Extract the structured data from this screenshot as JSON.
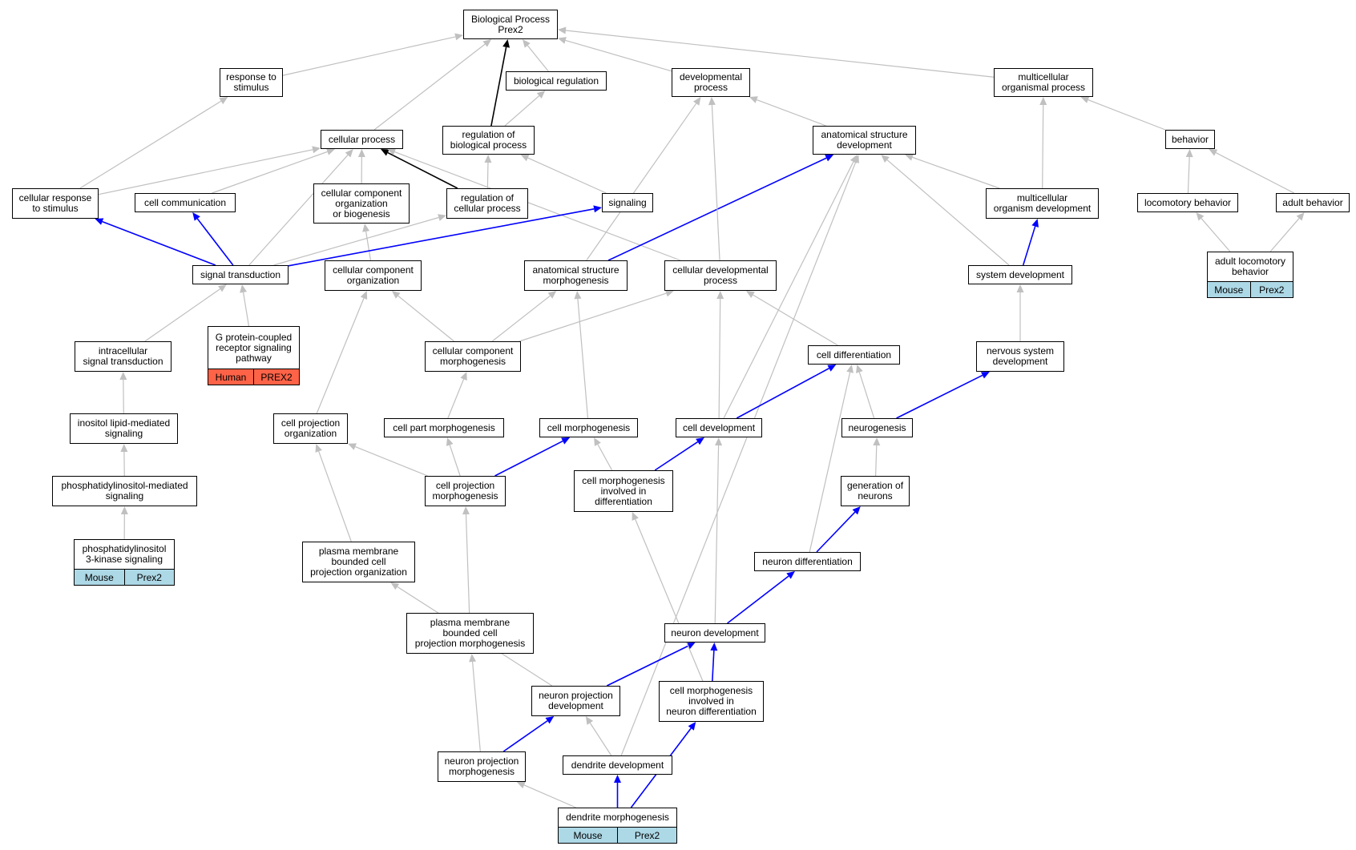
{
  "colors": {
    "edge_default": "#c0c0c0",
    "edge_highlight": "#0000ff",
    "edge_strong": "#000000",
    "mouse_cell": "#add8e6",
    "human_cell": "#ff6347"
  },
  "nodes": {
    "bp": {
      "label": "Biological Process\nPrex2"
    },
    "resp": {
      "label": "response to\nstimulus"
    },
    "bioreg": {
      "label": "biological regulation"
    },
    "devproc": {
      "label": "developmental\nprocess"
    },
    "multiproc": {
      "label": "multicellular\norganismal process"
    },
    "cellproc": {
      "label": "cellular process"
    },
    "regbio": {
      "label": "regulation of\nbiological process"
    },
    "anatdev": {
      "label": "anatomical structure\ndevelopment"
    },
    "behavior": {
      "label": "behavior"
    },
    "cellresp": {
      "label": "cellular response\nto stimulus"
    },
    "cellcomm": {
      "label": "cell communication"
    },
    "ccob": {
      "label": "cellular component\norganization\nor biogenesis"
    },
    "regcell": {
      "label": "regulation of\ncellular process"
    },
    "signaling": {
      "label": "signaling"
    },
    "multidev": {
      "label": "multicellular\norganism development"
    },
    "locobeh": {
      "label": "locomotory behavior"
    },
    "adultbeh": {
      "label": "adult behavior"
    },
    "sigtrans": {
      "label": "signal transduction"
    },
    "cco": {
      "label": "cellular component\norganization"
    },
    "anatmorph": {
      "label": "anatomical structure\nmorphogenesis"
    },
    "celldevproc": {
      "label": "cellular developmental\nprocess"
    },
    "sysdev": {
      "label": "system development"
    },
    "adultloco": {
      "label": "adult locomotory\nbehavior",
      "cells": [
        {
          "text": "Mouse",
          "species": "mouse"
        },
        {
          "text": "Prex2",
          "species": "mouse"
        }
      ]
    },
    "intrasig": {
      "label": "intracellular\nsignal transduction"
    },
    "gpcr": {
      "label": "G protein-coupled\nreceptor signaling\npathway",
      "cells": [
        {
          "text": "Human",
          "species": "human"
        },
        {
          "text": "PREX2",
          "species": "human"
        }
      ]
    },
    "ccmorph": {
      "label": "cellular component\nmorphogenesis"
    },
    "celldiff": {
      "label": "cell differentiation"
    },
    "nsdev": {
      "label": "nervous system\ndevelopment"
    },
    "inositol": {
      "label": "inositol lipid-mediated\nsignaling"
    },
    "cpo": {
      "label": "cell projection\norganization"
    },
    "cellpart": {
      "label": "cell part morphogenesis"
    },
    "cellmorph": {
      "label": "cell morphogenesis"
    },
    "celldev": {
      "label": "cell development"
    },
    "neurogen": {
      "label": "neurogenesis"
    },
    "pims": {
      "label": "phosphatidylinositol-mediated\nsignaling"
    },
    "cpm": {
      "label": "cell projection\nmorphogenesis"
    },
    "cmid": {
      "label": "cell morphogenesis\ninvolved in\ndifferentiation"
    },
    "genneur": {
      "label": "generation of\nneurons"
    },
    "pi3k": {
      "label": "phosphatidylinositol\n3-kinase signaling",
      "cells": [
        {
          "text": "Mouse",
          "species": "mouse"
        },
        {
          "text": "Prex2",
          "species": "mouse"
        }
      ]
    },
    "pmbcpo": {
      "label": "plasma membrane\nbounded cell\nprojection organization"
    },
    "neurdiff": {
      "label": "neuron differentiation"
    },
    "pmbcpm": {
      "label": "plasma membrane\nbounded cell\nprojection morphogenesis"
    },
    "neurdev": {
      "label": "neuron development"
    },
    "npd": {
      "label": "neuron projection\ndevelopment"
    },
    "cmind": {
      "label": "cell morphogenesis\ninvolved in\nneuron differentiation"
    },
    "npm": {
      "label": "neuron projection\nmorphogenesis"
    },
    "dendev": {
      "label": "dendrite development"
    },
    "denmorph": {
      "label": "dendrite morphogenesis",
      "cells": [
        {
          "text": "Mouse",
          "species": "mouse"
        },
        {
          "text": "Prex2",
          "species": "mouse"
        }
      ]
    }
  },
  "edges": [
    {
      "from": "resp",
      "to": "bp",
      "style": "default"
    },
    {
      "from": "cellproc",
      "to": "bp",
      "style": "default"
    },
    {
      "from": "regbio",
      "to": "bp",
      "style": "strong"
    },
    {
      "from": "bioreg",
      "to": "bp",
      "style": "default"
    },
    {
      "from": "devproc",
      "to": "bp",
      "style": "default"
    },
    {
      "from": "multiproc",
      "to": "bp",
      "style": "default"
    },
    {
      "from": "cellresp",
      "to": "resp",
      "style": "default"
    },
    {
      "from": "regbio",
      "to": "bioreg",
      "style": "default"
    },
    {
      "from": "anatdev",
      "to": "devproc",
      "style": "default"
    },
    {
      "from": "multidev",
      "to": "multiproc",
      "style": "default"
    },
    {
      "from": "behavior",
      "to": "multiproc",
      "style": "default"
    },
    {
      "from": "cellresp",
      "to": "cellproc",
      "style": "default"
    },
    {
      "from": "cellcomm",
      "to": "cellproc",
      "style": "default"
    },
    {
      "from": "ccob",
      "to": "cellproc",
      "style": "default"
    },
    {
      "from": "regcell",
      "to": "cellproc",
      "style": "strong"
    },
    {
      "from": "sigtrans",
      "to": "cellproc",
      "style": "default"
    },
    {
      "from": "celldevproc",
      "to": "cellproc",
      "style": "default"
    },
    {
      "from": "regcell",
      "to": "regbio",
      "style": "default"
    },
    {
      "from": "signaling",
      "to": "regbio",
      "style": "default"
    },
    {
      "from": "multidev",
      "to": "anatdev",
      "style": "default"
    },
    {
      "from": "sysdev",
      "to": "anatdev",
      "style": "default"
    },
    {
      "from": "anatmorph",
      "to": "anatdev",
      "style": "highlight"
    },
    {
      "from": "celldev",
      "to": "anatdev",
      "style": "default"
    },
    {
      "from": "dendev",
      "to": "anatdev",
      "style": "default"
    },
    {
      "from": "locobeh",
      "to": "behavior",
      "style": "default"
    },
    {
      "from": "adultbeh",
      "to": "behavior",
      "style": "default"
    },
    {
      "from": "sigtrans",
      "to": "cellresp",
      "style": "highlight"
    },
    {
      "from": "sigtrans",
      "to": "cellcomm",
      "style": "highlight"
    },
    {
      "from": "cco",
      "to": "ccob",
      "style": "default"
    },
    {
      "from": "sigtrans",
      "to": "regcell",
      "style": "default"
    },
    {
      "from": "sigtrans",
      "to": "signaling",
      "style": "highlight"
    },
    {
      "from": "sysdev",
      "to": "multidev",
      "style": "highlight"
    },
    {
      "from": "adultloco",
      "to": "locobeh",
      "style": "default"
    },
    {
      "from": "adultloco",
      "to": "adultbeh",
      "style": "default"
    },
    {
      "from": "intrasig",
      "to": "sigtrans",
      "style": "default"
    },
    {
      "from": "gpcr",
      "to": "sigtrans",
      "style": "default"
    },
    {
      "from": "anatmorph",
      "to": "devproc",
      "style": "default"
    },
    {
      "from": "celldevproc",
      "to": "devproc",
      "style": "default"
    },
    {
      "from": "nsdev",
      "to": "sysdev",
      "style": "default"
    },
    {
      "from": "inositol",
      "to": "intrasig",
      "style": "default"
    },
    {
      "from": "ccmorph",
      "to": "cco",
      "style": "default"
    },
    {
      "from": "ccmorph",
      "to": "anatmorph",
      "style": "default"
    },
    {
      "from": "ccmorph",
      "to": "celldevproc",
      "style": "default"
    },
    {
      "from": "celldiff",
      "to": "celldevproc",
      "style": "default"
    },
    {
      "from": "celldev",
      "to": "celldevproc",
      "style": "default"
    },
    {
      "from": "neurogen",
      "to": "nsdev",
      "style": "highlight"
    },
    {
      "from": "pims",
      "to": "inositol",
      "style": "default"
    },
    {
      "from": "cpo",
      "to": "cco",
      "style": "default"
    },
    {
      "from": "cellpart",
      "to": "ccmorph",
      "style": "default"
    },
    {
      "from": "cellmorph",
      "to": "anatmorph",
      "style": "default"
    },
    {
      "from": "celldev",
      "to": "celldiff",
      "style": "highlight"
    },
    {
      "from": "neurogen",
      "to": "celldiff",
      "style": "default"
    },
    {
      "from": "neurdiff",
      "to": "celldiff",
      "style": "default"
    },
    {
      "from": "pi3k",
      "to": "pims",
      "style": "default"
    },
    {
      "from": "cpm",
      "to": "cpo",
      "style": "default"
    },
    {
      "from": "cpm",
      "to": "cellpart",
      "style": "default"
    },
    {
      "from": "cpm",
      "to": "cellmorph",
      "style": "highlight"
    },
    {
      "from": "cmid",
      "to": "cellmorph",
      "style": "default"
    },
    {
      "from": "cmid",
      "to": "celldev",
      "style": "highlight"
    },
    {
      "from": "genneur",
      "to": "neurogen",
      "style": "default"
    },
    {
      "from": "pmbcpo",
      "to": "cpo",
      "style": "default"
    },
    {
      "from": "neurdiff",
      "to": "genneur",
      "style": "highlight"
    },
    {
      "from": "pmbcpm",
      "to": "cpm",
      "style": "default"
    },
    {
      "from": "neurdev",
      "to": "neurdiff",
      "style": "highlight"
    },
    {
      "from": "neurdev",
      "to": "celldev",
      "style": "default"
    },
    {
      "from": "npd",
      "to": "neurdev",
      "style": "highlight"
    },
    {
      "from": "npd",
      "to": "pmbcpo",
      "style": "default"
    },
    {
      "from": "cmind",
      "to": "neurdev",
      "style": "highlight"
    },
    {
      "from": "cmind",
      "to": "cmid",
      "style": "default"
    },
    {
      "from": "npm",
      "to": "pmbcpm",
      "style": "default"
    },
    {
      "from": "npm",
      "to": "npd",
      "style": "highlight"
    },
    {
      "from": "dendev",
      "to": "npd",
      "style": "default"
    },
    {
      "from": "denmorph",
      "to": "npm",
      "style": "default"
    },
    {
      "from": "denmorph",
      "to": "dendev",
      "style": "highlight"
    },
    {
      "from": "denmorph",
      "to": "cmind",
      "style": "highlight"
    }
  ]
}
